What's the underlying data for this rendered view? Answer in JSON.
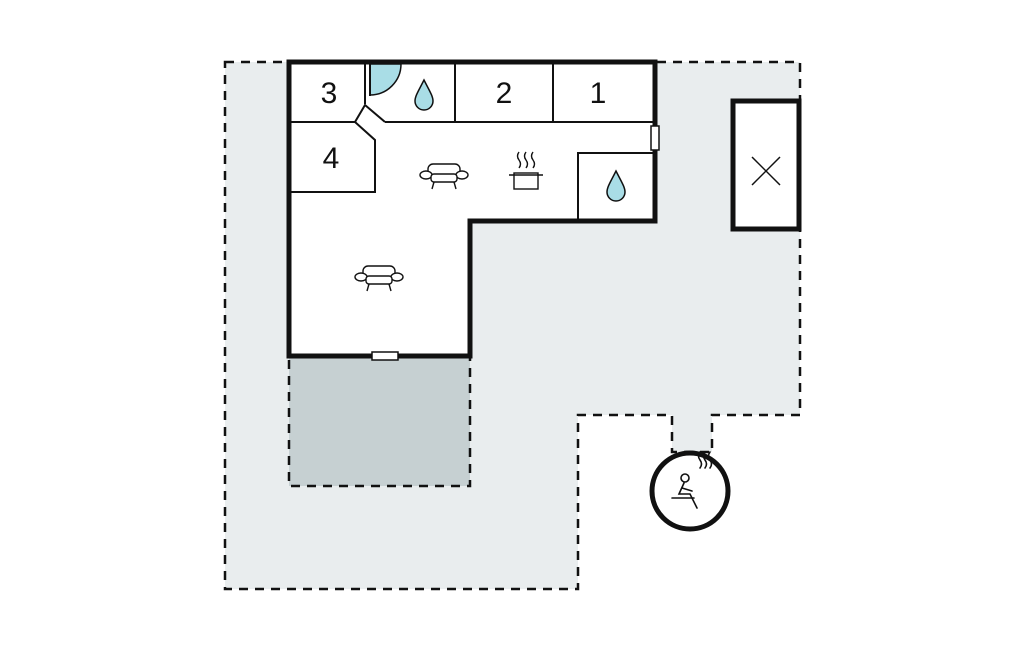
{
  "floor_plan": {
    "room_labels": {
      "room_1": "1",
      "room_2": "2",
      "room_3": "3",
      "room_4": "4"
    },
    "icons": {
      "bathroom_top": "water-drop-icon",
      "bathroom_right": "water-drop-icon",
      "living_top": "sofa-icon",
      "living_bottom": "sofa-icon",
      "kitchen": "cooking-pot-icon",
      "outbuilding": "cross-icon",
      "sauna": "sauna-icon"
    },
    "colors": {
      "wall": "#111111",
      "plot_fill": "#e9edee",
      "terrace_fill": "#c6d0d2",
      "water": "#a9dde6",
      "interior": "#ffffff"
    }
  }
}
